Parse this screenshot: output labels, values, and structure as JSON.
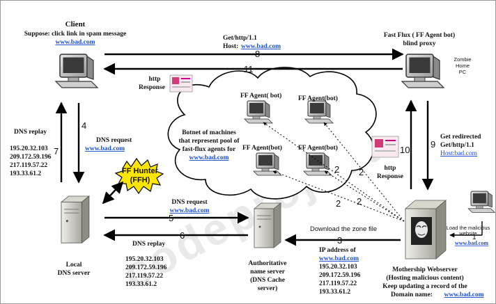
{
  "client": {
    "title": "Client",
    "line1": "Suppose: click link in spam message",
    "url": "www.bad.com"
  },
  "fast_flux": {
    "line1": "Fast Flux ( FF Agent bot)",
    "line2": "blind proxy"
  },
  "zombie": {
    "line1": "Zombie",
    "line2": "Home",
    "line3": "PC"
  },
  "get_request": {
    "line1": "Get/http/1.1",
    "host_label": "Host:",
    "host_url": "www.bad.com"
  },
  "http_response_top": {
    "line1": "http",
    "line2": "Response"
  },
  "http_response_right": {
    "line1": "http",
    "line2": "Response"
  },
  "botnet": {
    "line1": "Botnet of machines",
    "line2": "that represent pool of",
    "line3": "fast-flux agents for",
    "url": "www.bad.com"
  },
  "ff_agents": [
    "FF Agent( bot)",
    "FF Agent(bot)",
    "FF Agent(bot)",
    "FF Agent(bot)"
  ],
  "dns_replay_left": {
    "label": "DNS replay",
    "ips": [
      "195.20.32.103",
      "209.172.59.196",
      "217.119.57.22",
      "193.33.61.2"
    ]
  },
  "dns_request_left": {
    "label": "DNS request",
    "url": "www.bad.com"
  },
  "ff_hunter": {
    "line1": "FF Hunter",
    "line2": "(FFH)"
  },
  "get_redirected": {
    "line1": "Get redirected",
    "line2": "Get/http/1.1",
    "host": "Host:bad.com"
  },
  "dns_request_mid": {
    "label": "DNS request",
    "url": "www.bad.com"
  },
  "dns_replay_bottom": {
    "label": "DNS replay",
    "ips": [
      "195.20.32.103",
      "209.172.59.196",
      "217.119.57.22",
      "193.33.61.2"
    ]
  },
  "download_zone": "Download the zone file",
  "ip_address": {
    "label": "IP  address of",
    "url": "www.bad.com",
    "ips": [
      "195.20.32.103",
      "209.172.59.196",
      "217.119.57.22",
      "193.33.61.2"
    ]
  },
  "load_malicious": {
    "line1": "Load the malicious",
    "line2": "website",
    "url": "www.bad.com"
  },
  "local_dns": {
    "line1": "Local",
    "line2": "DNS server"
  },
  "auth_ns": {
    "line1": "Authoritative",
    "line2": "name server",
    "line3": "(DNS Cache",
    "line4": "server)"
  },
  "mothership": {
    "line1": "Mothership Webserver",
    "line2": "(Hosting malicious content)",
    "line3": "Keep updating a record of the",
    "line4": "Domain name:",
    "url": "www.bad.com"
  },
  "step_numbers": {
    "s1": "1",
    "s2a": "2",
    "s2b": "2",
    "s2c": "2",
    "s2d": "2",
    "s3": "3",
    "s4": "4",
    "s5": "5",
    "s6": "6",
    "s7": "7",
    "s8": "8",
    "s9": "9",
    "s10": "10",
    "s11": "11"
  },
  "watermark": "codeproject",
  "colors": {
    "ff_hunter_fill": "#ffe600",
    "link": "#1a4fd0",
    "arrow": "#000000"
  }
}
